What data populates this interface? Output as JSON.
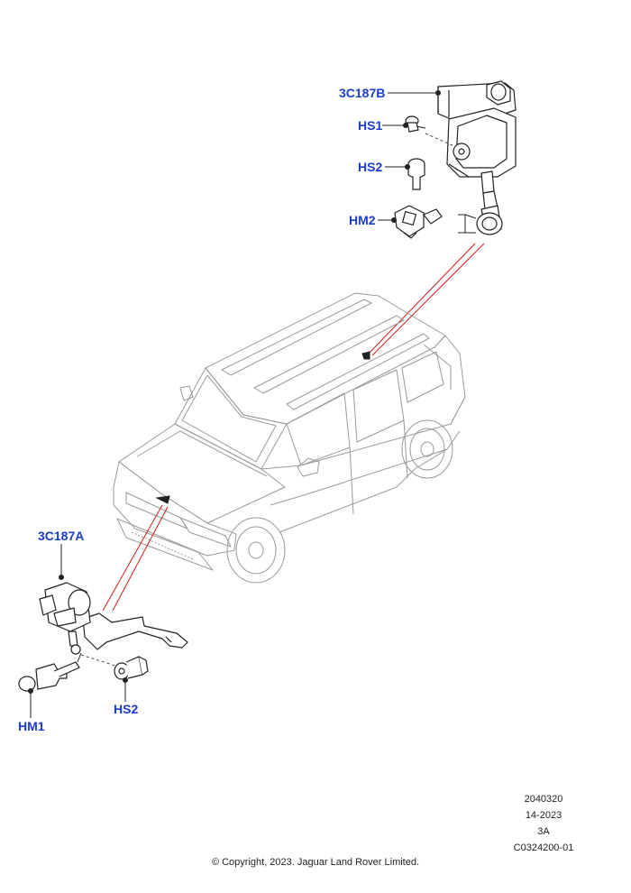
{
  "callouts": {
    "3C187B": "3C187B",
    "HS1": "HS1",
    "HS2_top": "HS2",
    "HM2": "HM2",
    "3C187A": "3C187A",
    "HM1": "HM1",
    "HS2_bottom": "HS2"
  },
  "footer": {
    "ref1": "2040320",
    "ref2": "14-2023",
    "ref3": "3A",
    "ref4": "C0324200-01",
    "copyright": "© Copyright, 2023. Jaguar Land Rover Limited."
  },
  "colors": {
    "callout": "#1a3ccf",
    "leader_red": "#d21a1a",
    "line_art": "#222222",
    "vehicle_outline": "#9a9a9a"
  }
}
